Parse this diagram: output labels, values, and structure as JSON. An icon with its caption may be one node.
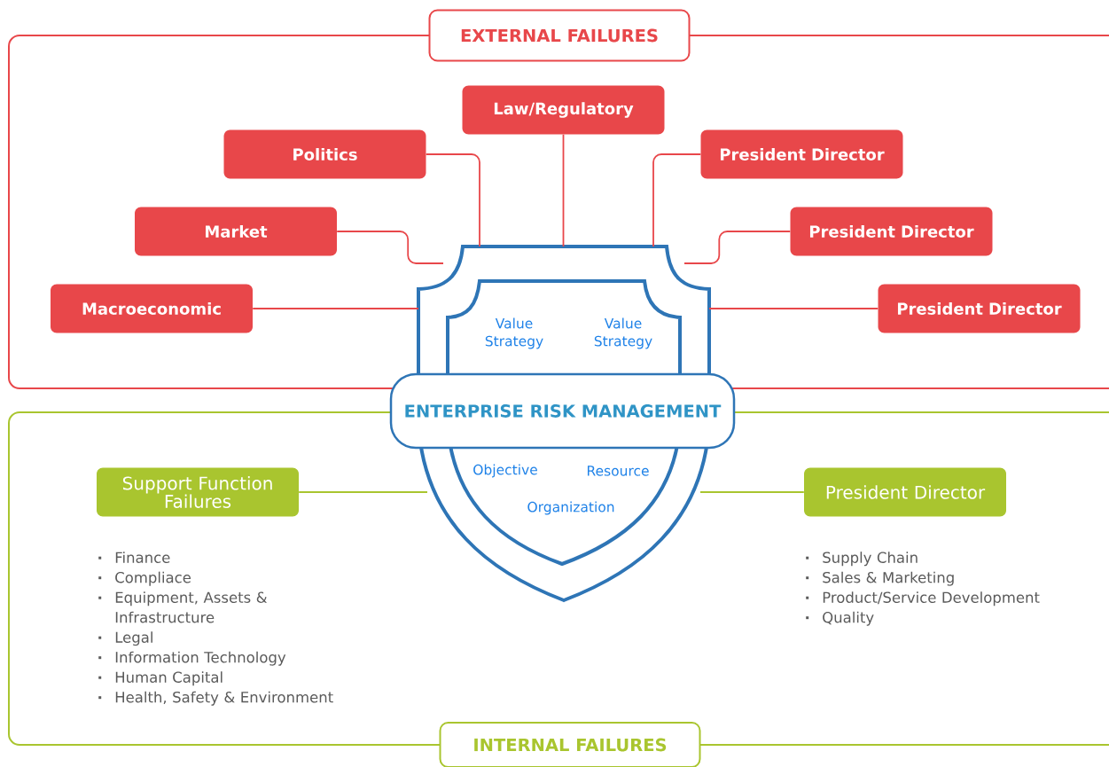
{
  "diagram": {
    "nodes": [
      {
        "text": [
          "EXTERNAL FAILURES"
        ]
      },
      {
        "text": [
          "Law/Regulatory"
        ],
        "in": 0
      },
      {
        "text": [
          "Politics"
        ],
        "in": 0
      },
      {
        "text": [
          "President Director"
        ],
        "in": 0
      },
      {
        "text": [
          "Market"
        ],
        "in": 0
      },
      {
        "text": [
          "President Director"
        ],
        "in": 0
      },
      {
        "text": [
          "Macroeconomic"
        ],
        "in": 0
      },
      {
        "text": [
          "President Director"
        ],
        "in": 0
      },
      {
        "text": [
          "INTERNAL FAILURES"
        ]
      },
      {
        "text": [
          "Support Function Failures"
        ],
        "in": 8,
        "beside": [
          "Finance",
          "Compliace",
          "Equipment, Assets & Infrastructure",
          "Legal",
          "Information Technology",
          "Human Capital",
          "Health, Safety & Environment"
        ]
      },
      {
        "text": [
          "President Director"
        ],
        "in": 8,
        "beside": [
          "Supply Chain",
          "Sales & Marketing",
          "Product/Service Development",
          "Quality"
        ]
      },
      {
        "text": [
          "Value Strategy",
          "Value Strategy",
          "Objective",
          "Resource",
          "Organization"
        ]
      },
      {
        "text": [
          "ENTERPRISE RISK MANAGEMENT"
        ]
      }
    ],
    "edges": [
      {
        "from": 1,
        "to": 11,
        "arrow": "none"
      },
      {
        "from": 2,
        "to": 11,
        "arrow": "none"
      },
      {
        "from": 3,
        "to": 11,
        "arrow": "none"
      },
      {
        "from": 4,
        "to": 11,
        "arrow": "none"
      },
      {
        "from": 5,
        "to": 11,
        "arrow": "none"
      },
      {
        "from": 6,
        "to": 11,
        "arrow": "none"
      },
      {
        "from": 7,
        "to": 11,
        "arrow": "none"
      },
      {
        "from": 9,
        "to": 11,
        "arrow": "none",
        "color": "#a9c52f"
      },
      {
        "from": 10,
        "to": 11,
        "arrow": "none",
        "color": "#a9c52f"
      }
    ]
  }
}
